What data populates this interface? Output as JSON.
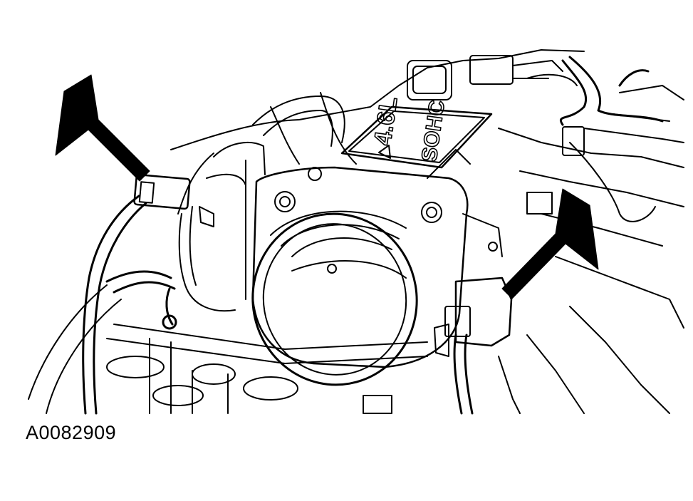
{
  "figure": {
    "id_label": "A0082909"
  },
  "decal": {
    "engine_size": "4.6L",
    "engine_type": "SOHC"
  },
  "callouts": [
    {
      "name": "left-arrow",
      "target": "left-connector"
    },
    {
      "name": "right-arrow",
      "target": "right-connector"
    }
  ],
  "colors": {
    "line": "#000000",
    "background": "#ffffff",
    "arrow": "#000000"
  }
}
